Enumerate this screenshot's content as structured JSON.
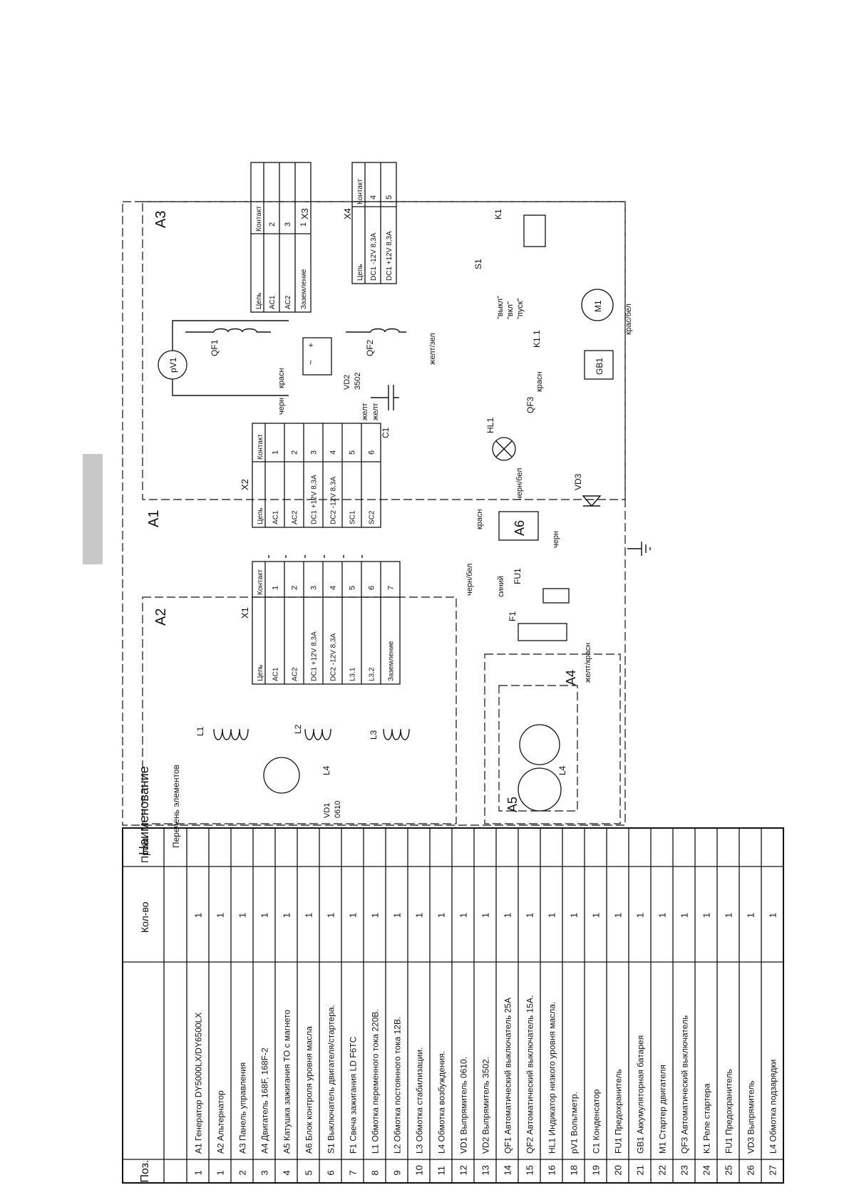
{
  "parts_list": {
    "headers": {
      "pos": "Поз.",
      "name": "Наименование",
      "qty": "Кол-во",
      "note": "Прим."
    },
    "subtitle": "Перечень элементов",
    "rows": [
      {
        "pos": "1",
        "name": "A1 Генератор DY5000LX/DY6500LX",
        "qty": "1"
      },
      {
        "pos": "1",
        "name": "A2 Альтернатор",
        "qty": "1"
      },
      {
        "pos": "2",
        "name": "A3 Панель управления",
        "qty": "1"
      },
      {
        "pos": "3",
        "name": "A4 Двигатель 168F, 168F-2",
        "qty": "1"
      },
      {
        "pos": "4",
        "name": "A5 Катушка зажигания ТО с магнето",
        "qty": "1"
      },
      {
        "pos": "5",
        "name": "A6 Блок контроля уровня масла",
        "qty": "1"
      },
      {
        "pos": "6",
        "name": "S1 Выключатель двигателя/стартера.",
        "qty": "1"
      },
      {
        "pos": "7",
        "name": "F1 Свеча зажигания LD F6TC",
        "qty": "1"
      },
      {
        "pos": "8",
        "name": "L1 Обмотка переменного тока 220В.",
        "qty": "1"
      },
      {
        "pos": "9",
        "name": "L2 Обмотка постоянного тока 12В.",
        "qty": "1"
      },
      {
        "pos": "10",
        "name": "L3 Обмотка стабилизации.",
        "qty": "1"
      },
      {
        "pos": "11",
        "name": "L4 Обмотка возбуждения.",
        "qty": "1"
      },
      {
        "pos": "12",
        "name": "VD1 Выпрямитель 0610.",
        "qty": "1"
      },
      {
        "pos": "13",
        "name": "VD2 Выпрямитель 3502.",
        "qty": "1"
      },
      {
        "pos": "14",
        "name": "QF1 Автоматический выключатель 25A",
        "qty": "1"
      },
      {
        "pos": "15",
        "name": "QF2 Автоматический выключатель 15A.",
        "qty": "1"
      },
      {
        "pos": "16",
        "name": "HL1 Индикатор низкого уровня масла.",
        "qty": "1"
      },
      {
        "pos": "18",
        "name": "pV1 Вольтметр.",
        "qty": "1"
      },
      {
        "pos": "19",
        "name": "C1 Конденсатор",
        "qty": "1"
      },
      {
        "pos": "20",
        "name": "FU1 Предохранитель",
        "qty": "1"
      },
      {
        "pos": "21",
        "name": "GB1 Аккумуляторная батарея",
        "qty": "1"
      },
      {
        "pos": "22",
        "name": "M1 Стартер двигателя",
        "qty": "1"
      },
      {
        "pos": "23",
        "name": "QF3 Автоматический выключатель",
        "qty": "1"
      },
      {
        "pos": "24",
        "name": "K1 Реле стартера",
        "qty": "1"
      },
      {
        "pos": "25",
        "name": "FU1 Предохранитель",
        "qty": "1"
      },
      {
        "pos": "26",
        "name": "VD3 Выпрямитель",
        "qty": "1"
      },
      {
        "pos": "27",
        "name": "L4 Обмотка подзарядки",
        "qty": "1"
      }
    ]
  },
  "blocks": {
    "a1": "A1",
    "a2": "A2",
    "a3": "A3",
    "a4": "A4",
    "a5": "A5",
    "a6": "A6"
  },
  "connectors": {
    "x1": {
      "label": "X1",
      "head_circuit": "Цепь",
      "head_contact": "Контакт",
      "rows": [
        {
          "circuit": "AC1",
          "contact": "1"
        },
        {
          "circuit": "AC2",
          "contact": "2"
        },
        {
          "circuit": "DC1 +12V 8,3A",
          "contact": "3"
        },
        {
          "circuit": "DC2 -12V 8,3A",
          "contact": "4"
        },
        {
          "circuit": "L3.1",
          "contact": "5"
        },
        {
          "circuit": "L3.2",
          "contact": "6"
        },
        {
          "circuit": "Заземление",
          "contact": "7"
        }
      ]
    },
    "x2": {
      "label": "X2",
      "head_circuit": "Цепь",
      "head_contact": "Контакт",
      "rows": [
        {
          "circuit": "AC1",
          "contact": "1"
        },
        {
          "circuit": "AC2",
          "contact": "2"
        },
        {
          "circuit": "DC1 +12V 8,3A",
          "contact": "3"
        },
        {
          "circuit": "DC2 -12V 8,3A",
          "contact": "4"
        },
        {
          "circuit": "SC1",
          "contact": "5"
        },
        {
          "circuit": "SC2",
          "contact": "6"
        }
      ]
    },
    "x3": {
      "label": "X3",
      "head_circuit": "Цепь",
      "head_contact": "Контакт",
      "rows": [
        {
          "circuit": "AC1",
          "contact": "2"
        },
        {
          "circuit": "AC2",
          "contact": "3"
        },
        {
          "circuit": "Заземление",
          "contact": "1"
        }
      ]
    },
    "x4": {
      "label": "X4",
      "head_circuit": "Цепь",
      "head_contact": "Контакт",
      "rows": [
        {
          "circuit": "DC1 -12V 8,3A",
          "contact": "4"
        },
        {
          "circuit": "DC1 +12V 8,3A",
          "contact": "5"
        }
      ]
    }
  },
  "components": {
    "pv1": "pV1",
    "qf1": "QF1",
    "qf2": "QF2",
    "qf3": "QF3",
    "vd2": "VD2",
    "vd2_code": "3502",
    "c1": "C1",
    "hl1": "HL1",
    "k1": "K1",
    "k11": "K1.1",
    "s1": "S1",
    "m1": "M1",
    "gb1": "GB1",
    "vd3": "VD3",
    "fu1": "FU1",
    "f1": "F1",
    "vd1": "VD1",
    "vd1_code": "0610",
    "l1": "L1",
    "l2": "L2",
    "l3": "L3",
    "l4a": "L4",
    "l4b": "L4"
  },
  "switch_positions": [
    "\"выкл\"",
    "\"вкл\"",
    "\"пуск\""
  ],
  "wire_colors": {
    "red": "красн",
    "black": "черн",
    "yellow": "желт",
    "yellow2": "желт",
    "yellow_green": "желт/зел",
    "black_white": "черн/бел",
    "black_white2": "черн/бел",
    "blue": "синий",
    "red2": "красн",
    "red3": "красн",
    "black2": "черн",
    "yellow_red": "желт/красн",
    "red_white": "крас/бел"
  }
}
